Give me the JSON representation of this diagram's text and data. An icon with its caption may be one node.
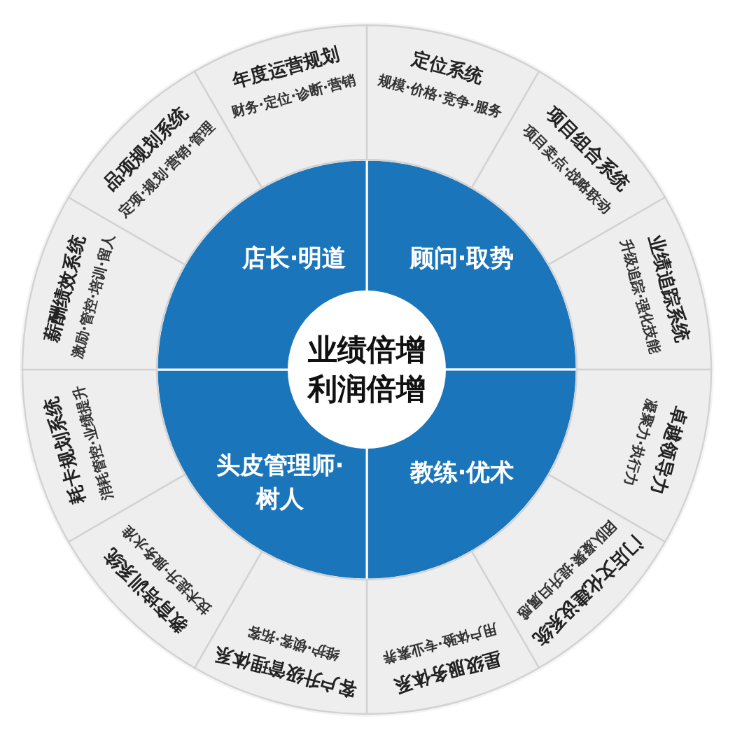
{
  "diagram": {
    "nodes": [
      {
        "text": [
          "业绩倍增",
          "利润倍增"
        ]
      },
      {
        "text": [
          "顾问·取势"
        ]
      },
      {
        "text": [
          "教练·优术"
        ]
      },
      {
        "text": [
          "头皮管理师·树人"
        ]
      },
      {
        "text": [
          "店长·明道"
        ]
      },
      {
        "text": [
          "定位系统",
          "规模·价格·竞争·服务"
        ]
      },
      {
        "text": [
          "项目组合系统",
          "项目卖点·战略联动"
        ]
      },
      {
        "text": [
          "业绩追踪系统",
          "升级追踪·强化技能"
        ]
      },
      {
        "text": [
          "卓越领导力",
          "凝聚力·执行力"
        ]
      },
      {
        "text": [
          "门店文化建设系统",
          "团队凝聚·提升归属感"
        ]
      },
      {
        "text": [
          "星级服务体系",
          "用户体验·专业素养"
        ]
      },
      {
        "text": [
          "客户升级管理体系",
          "维护·锁客·拓客"
        ]
      },
      {
        "text": [
          "教育培训系统",
          "技术提升·服务水准"
        ]
      },
      {
        "text": [
          "耗卡规划系统",
          "消耗管控·业绩提升"
        ]
      },
      {
        "text": [
          "薪酬绩效系统",
          "激励·管控·培训·留人"
        ]
      },
      {
        "text": [
          "品项规划系统",
          "定项·规划·营销·管理"
        ]
      },
      {
        "text": [
          "年度运营规划",
          "财务·定位·诊断·营销"
        ]
      }
    ]
  }
}
